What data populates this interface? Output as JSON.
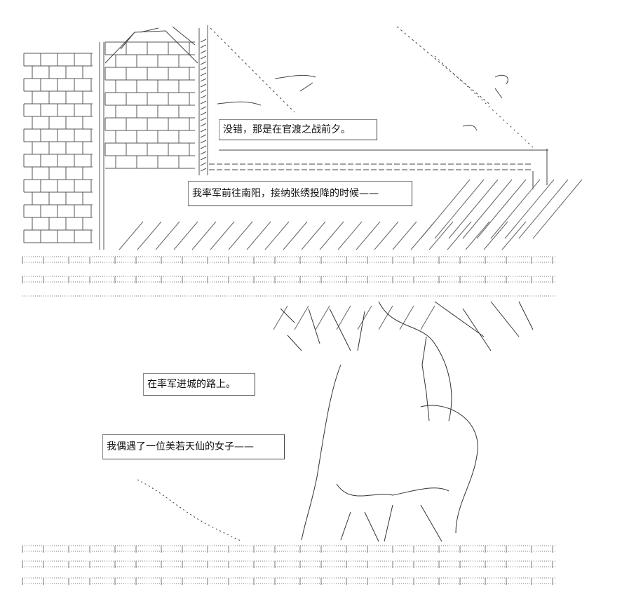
{
  "captions": [
    {
      "id": "cap1",
      "text": "没错，那是在官渡之战前夕。"
    },
    {
      "id": "cap2",
      "text": "我率军前往南阳，接纳张绣投降的时候——"
    },
    {
      "id": "cap3",
      "text": "在率军进城的路上。"
    },
    {
      "id": "cap4",
      "text": "我偶遇了一位美若天仙的女子——"
    }
  ]
}
